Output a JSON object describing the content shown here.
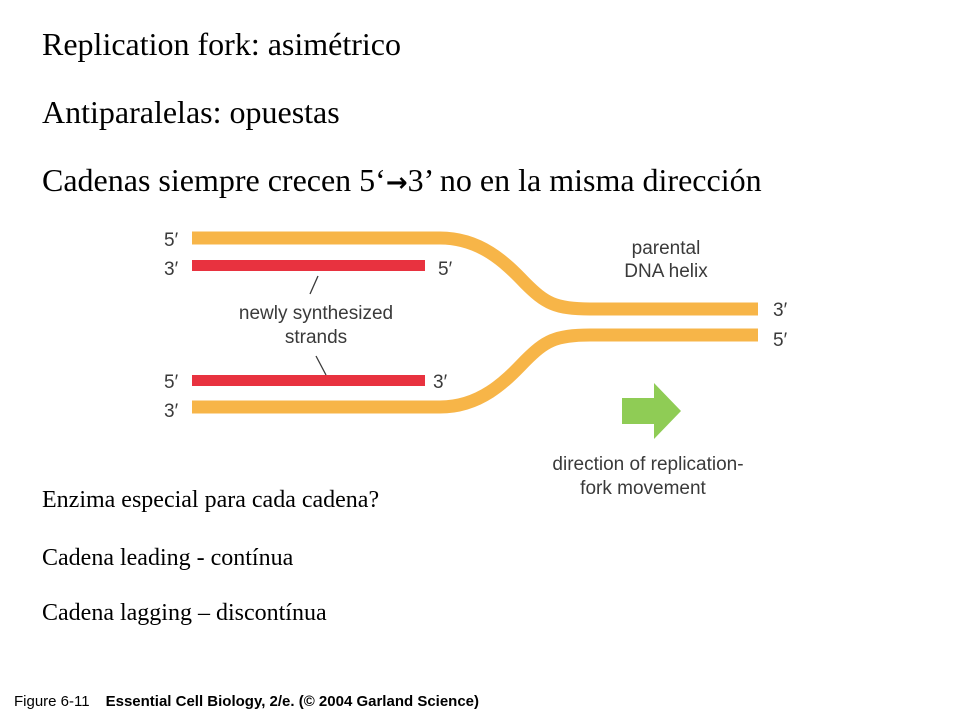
{
  "headings": {
    "line1": "Replication fork: asimétrico",
    "line2": "Antiparalelas:  opuestas",
    "line3_before": "Cadenas siempre crecen 5‘",
    "line3_arrow": "→",
    "line3_after": "3’ no en la misma dirección"
  },
  "diagram": {
    "label_5prime": "5′",
    "label_3prime": "3′",
    "parental_line1": "parental",
    "parental_line2": "DNA helix",
    "newly_line1": "newly synthesized",
    "newly_line2": "strands",
    "direction_line1": "direction of replication-",
    "direction_line2": "fork movement",
    "colors": {
      "parental_strand": "#f7b548",
      "new_strand": "#e8323f",
      "arrow": "#8fcc55"
    },
    "arrow_icon": "right-arrow-icon"
  },
  "bullets": {
    "b1": "Enzima especial para cada cadena?",
    "b2": "Cadena leading - contínua",
    "b3": "Cadena lagging – discontínua"
  },
  "caption": {
    "figure": "Figure 6-11",
    "source": "Essential Cell Biology, 2/e. (© 2004 Garland Science)"
  }
}
